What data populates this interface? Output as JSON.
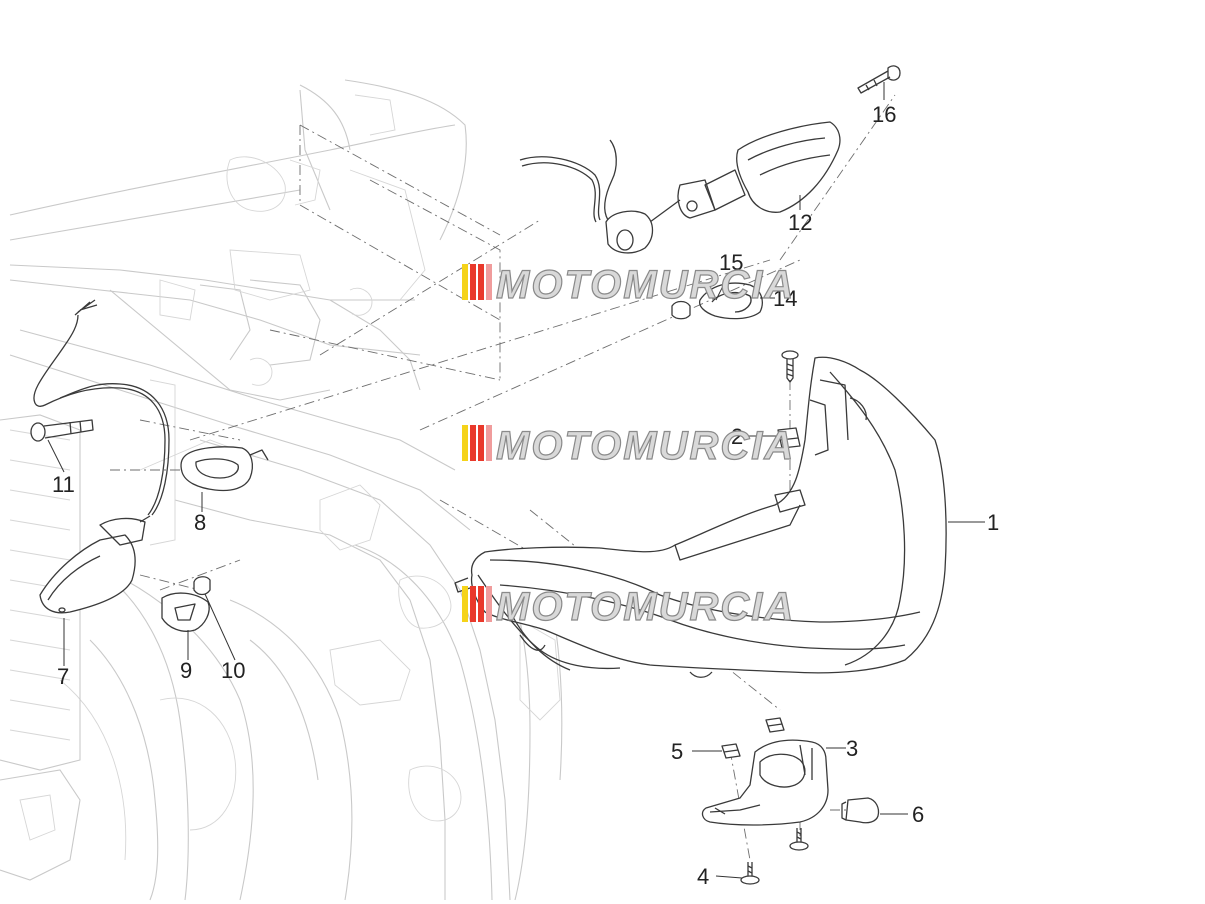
{
  "callouts": [
    {
      "id": "1",
      "label": "1"
    },
    {
      "id": "2",
      "label": "2"
    },
    {
      "id": "3",
      "label": "3"
    },
    {
      "id": "4",
      "label": "4"
    },
    {
      "id": "5",
      "label": "5"
    },
    {
      "id": "6",
      "label": "6"
    },
    {
      "id": "7",
      "label": "7"
    },
    {
      "id": "8",
      "label": "8"
    },
    {
      "id": "9",
      "label": "9"
    },
    {
      "id": "10",
      "label": "10"
    },
    {
      "id": "11",
      "label": "11"
    },
    {
      "id": "12",
      "label": "12"
    },
    {
      "id": "14",
      "label": "14"
    },
    {
      "id": "15",
      "label": "15"
    },
    {
      "id": "16",
      "label": "16"
    }
  ],
  "watermark": {
    "text": "MOTOMURCIA",
    "stripe_colors": [
      "#f5d31a",
      "#e9392b",
      "#e9392b",
      "#f09c9c"
    ]
  }
}
